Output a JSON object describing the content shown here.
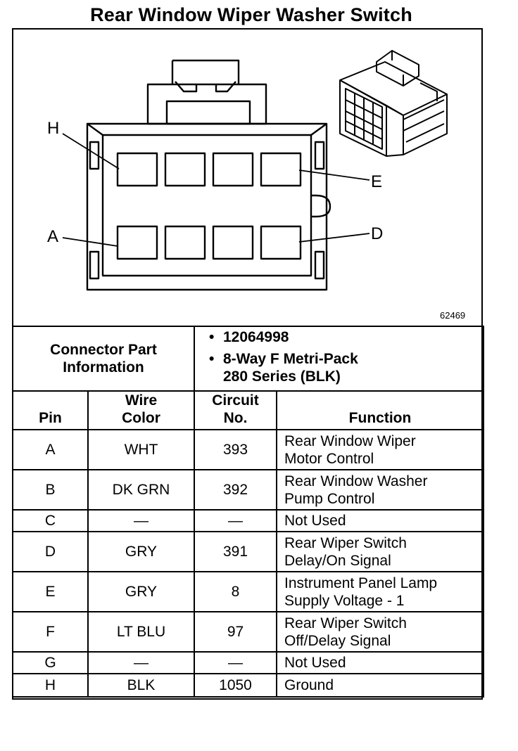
{
  "title": "Rear Window Wiper Washer Switch",
  "diagram": {
    "figure_id": "62469",
    "pin_labels": {
      "H": "H",
      "E": "E",
      "A": "A",
      "D": "D"
    }
  },
  "connector_info": {
    "label_line1": "Connector Part",
    "label_line2": "Information",
    "part_number": "12064998",
    "description_line1": "8-Way F Metri-Pack",
    "description_line2": "280 Series (BLK)",
    "bullet": "•"
  },
  "headers": {
    "pin": "Pin",
    "wire_color_line1": "Wire",
    "wire_color_line2": "Color",
    "circuit_line1": "Circuit",
    "circuit_line2": "No.",
    "function": "Function"
  },
  "rows": [
    {
      "pin": "A",
      "wire": "WHT",
      "circuit": "393",
      "func1": "Rear Window Wiper",
      "func2": "Motor Control"
    },
    {
      "pin": "B",
      "wire": "DK GRN",
      "circuit": "392",
      "func1": "Rear Window Washer",
      "func2": "Pump Control"
    },
    {
      "pin": "C",
      "wire": "—",
      "circuit": "—",
      "func1": "Not Used",
      "func2": ""
    },
    {
      "pin": "D",
      "wire": "GRY",
      "circuit": "391",
      "func1": "Rear Wiper Switch",
      "func2": "Delay/On Signal"
    },
    {
      "pin": "E",
      "wire": "GRY",
      "circuit": "8",
      "func1": "Instrument Panel Lamp",
      "func2": "Supply Voltage - 1"
    },
    {
      "pin": "F",
      "wire": "LT BLU",
      "circuit": "97",
      "func1": "Rear Wiper Switch",
      "func2": "Off/Delay Signal"
    },
    {
      "pin": "G",
      "wire": "—",
      "circuit": "—",
      "func1": "Not Used",
      "func2": ""
    },
    {
      "pin": "H",
      "wire": "BLK",
      "circuit": "1050",
      "func1": "Ground",
      "func2": ""
    }
  ]
}
